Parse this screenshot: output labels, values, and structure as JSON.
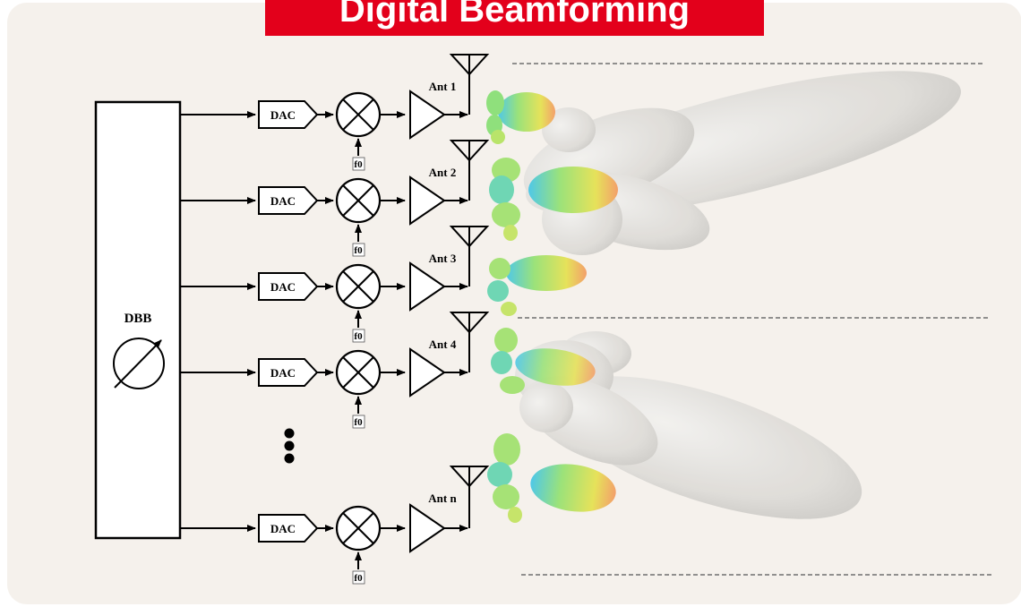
{
  "title": "Digital Beamforming",
  "dbb_label": "DBB",
  "dac_label": "DAC",
  "lo_label": "f0",
  "antennas": [
    "Ant 1",
    "Ant 2",
    "Ant 3",
    "Ant 4",
    "Ant n"
  ],
  "colors": {
    "banner": "#e3001b",
    "panel": "#f5f1ec",
    "beam_grey": "#dcdad6"
  }
}
